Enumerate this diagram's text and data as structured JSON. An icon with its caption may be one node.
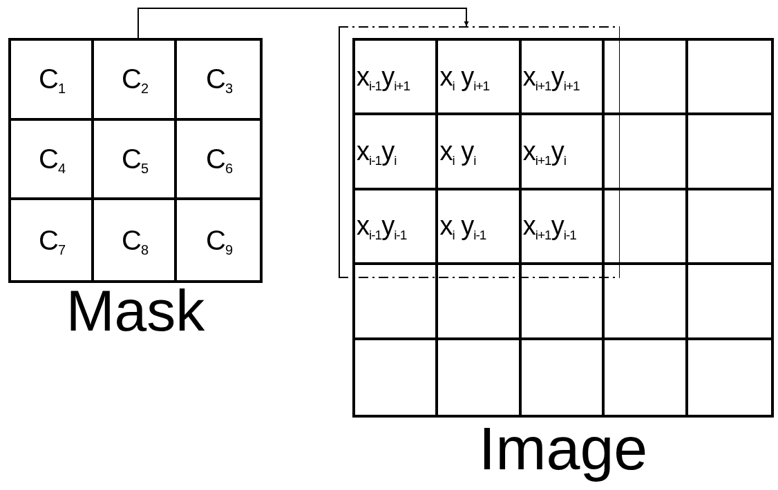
{
  "diagram": {
    "nodes": [
      {
        "text": [],
        "shape": "box",
        "beside": [
          "Mask"
        ]
      },
      {
        "text": [],
        "shape": "box",
        "beside": [
          "Image"
        ]
      },
      {
        "text": [],
        "shape": "box"
      }
    ],
    "edges": [
      {
        "from": 0,
        "to": 2,
        "arrow": "to"
      }
    ],
    "labels": [
      "C$_{1}$",
      "C$_{2}$",
      "C$_{3}$",
      "C$_{4}$",
      "C$_{5}$",
      "C$_{6}$",
      "C$_{7}$",
      "C$_{8}$",
      "C$_{9}$",
      "x$_{i-1}$y$_{i+1}$",
      "x$_{i}$ y$_{i+1}$",
      "x$_{i+1}$y$_{i+1}$",
      "x$_{i-1}$y$_{i}$",
      "x$_{i}$ y$_{i}$",
      "x$_{i+1}$y$_{i}$",
      "x$_{i-1}$y$_{i-1}$",
      "x$_{i}$ y$_{i-1}$",
      "x$_{i+1}$y$_{i-1}$"
    ]
  }
}
